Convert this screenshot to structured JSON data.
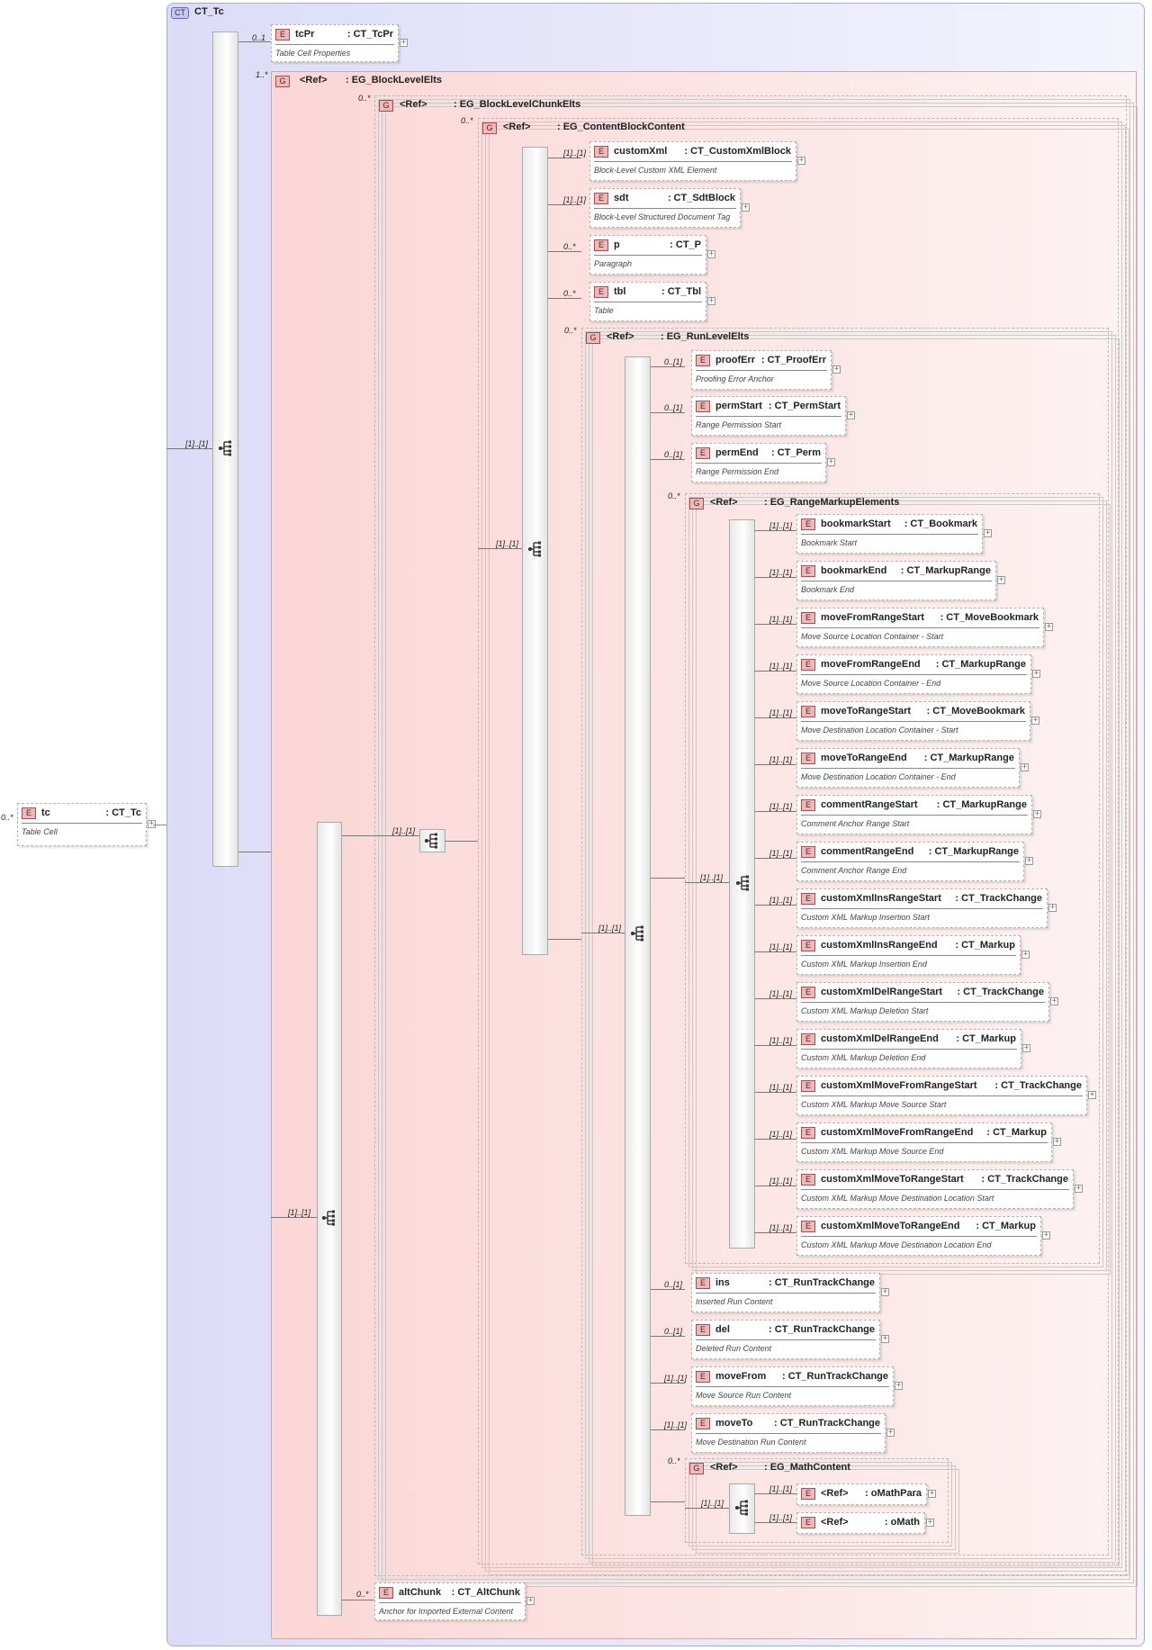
{
  "root": {
    "name": "tc",
    "type": ": CT_Tc",
    "doc": "Table Cell",
    "mult": "0..*",
    "complex_type": "CT_Tc",
    "seq_mult": "[1]..[1]",
    "tcPr": {
      "name": "tcPr",
      "type": ": CT_TcPr",
      "doc": "Table Cell Properties",
      "mult": "0..1"
    },
    "block_level_elts": {
      "mult": "1..*",
      "ref": "<Ref>",
      "name": ": EG_BlockLevelElts",
      "choice_mult": "[1]..[1]",
      "chunk_elts": {
        "mult": "0..*",
        "ref": "<Ref>",
        "name": ": EG_BlockLevelChunkElts",
        "choice_mult": "[1]..[1]",
        "content_block": {
          "mult": "0..*",
          "ref": "<Ref>",
          "name": ": EG_ContentBlockContent",
          "choice_mult": "[1]..[1]",
          "elements": [
            {
              "mult": "[1]..[1]",
              "name": "customXml",
              "type": ": CT_CustomXmlBlock",
              "doc": "Block-Level Custom XML Element"
            },
            {
              "mult": "[1]..[1]",
              "name": "sdt",
              "type": ": CT_SdtBlock",
              "doc": "Block-Level Structured Document Tag"
            },
            {
              "mult": "0..*",
              "name": "p",
              "type": ": CT_P",
              "doc": "Paragraph"
            },
            {
              "mult": "0..*",
              "name": "tbl",
              "type": ": CT_Tbl",
              "doc": "Table"
            }
          ],
          "run_level": {
            "mult": "0..*",
            "ref": "<Ref>",
            "name": ": EG_RunLevelElts",
            "choice_mult": "[1]..[1]",
            "elements_top": [
              {
                "mult": "0..[1]",
                "name": "proofErr",
                "type": ": CT_ProofErr",
                "doc": "Proofing Error Anchor"
              },
              {
                "mult": "0..[1]",
                "name": "permStart",
                "type": ": CT_PermStart",
                "doc": "Range Permission Start"
              },
              {
                "mult": "0..[1]",
                "name": "permEnd",
                "type": ": CT_Perm",
                "doc": "Range Permission End"
              }
            ],
            "range_markup": {
              "mult": "0..*",
              "ref": "<Ref>",
              "name": ": EG_RangeMarkupElements",
              "choice_mult": "[1]..[1]",
              "elements": [
                {
                  "mult": "[1]..[1]",
                  "name": "bookmarkStart",
                  "type": ": CT_Bookmark",
                  "doc": "Bookmark Start"
                },
                {
                  "mult": "[1]..[1]",
                  "name": "bookmarkEnd",
                  "type": ": CT_MarkupRange",
                  "doc": "Bookmark End"
                },
                {
                  "mult": "[1]..[1]",
                  "name": "moveFromRangeStart",
                  "type": ": CT_MoveBookmark",
                  "doc": "Move Source Location Container - Start"
                },
                {
                  "mult": "[1]..[1]",
                  "name": "moveFromRangeEnd",
                  "type": ": CT_MarkupRange",
                  "doc": "Move Source Location Container - End"
                },
                {
                  "mult": "[1]..[1]",
                  "name": "moveToRangeStart",
                  "type": ": CT_MoveBookmark",
                  "doc": "Move Destination Location Container - Start"
                },
                {
                  "mult": "[1]..[1]",
                  "name": "moveToRangeEnd",
                  "type": ": CT_MarkupRange",
                  "doc": "Move Destination Location Container - End"
                },
                {
                  "mult": "[1]..[1]",
                  "name": "commentRangeStart",
                  "type": ": CT_MarkupRange",
                  "doc": "Comment Anchor Range Start"
                },
                {
                  "mult": "[1]..[1]",
                  "name": "commentRangeEnd",
                  "type": ": CT_MarkupRange",
                  "doc": "Comment Anchor Range End"
                },
                {
                  "mult": "[1]..[1]",
                  "name": "customXmlInsRangeStart",
                  "type": ": CT_TrackChange",
                  "doc": "Custom XML Markup Insertion Start"
                },
                {
                  "mult": "[1]..[1]",
                  "name": "customXmlInsRangeEnd",
                  "type": ": CT_Markup",
                  "doc": "Custom XML Markup Insertion End"
                },
                {
                  "mult": "[1]..[1]",
                  "name": "customXmlDelRangeStart",
                  "type": ": CT_TrackChange",
                  "doc": "Custom XML Markup Deletion Start"
                },
                {
                  "mult": "[1]..[1]",
                  "name": "customXmlDelRangeEnd",
                  "type": ": CT_Markup",
                  "doc": "Custom XML Markup Deletion End"
                },
                {
                  "mult": "[1]..[1]",
                  "name": "customXmlMoveFromRangeStart",
                  "type": ": CT_TrackChange",
                  "doc": "Custom XML Markup Move Source Start"
                },
                {
                  "mult": "[1]..[1]",
                  "name": "customXmlMoveFromRangeEnd",
                  "type": ": CT_Markup",
                  "doc": "Custom XML Markup Move Source End"
                },
                {
                  "mult": "[1]..[1]",
                  "name": "customXmlMoveToRangeStart",
                  "type": ": CT_TrackChange",
                  "doc": "Custom XML Markup Move Destination Location Start"
                },
                {
                  "mult": "[1]..[1]",
                  "name": "customXmlMoveToRangeEnd",
                  "type": ": CT_Markup",
                  "doc": "Custom XML Markup Move Destination Location End"
                }
              ]
            },
            "elements_bottom": [
              {
                "mult": "0..[1]",
                "name": "ins",
                "type": ": CT_RunTrackChange",
                "doc": "Inserted Run Content"
              },
              {
                "mult": "0..[1]",
                "name": "del",
                "type": ": CT_RunTrackChange",
                "doc": "Deleted Run Content"
              },
              {
                "mult": "[1]..[1]",
                "name": "moveFrom",
                "type": ": CT_RunTrackChange",
                "doc": "Move Source Run Content"
              },
              {
                "mult": "[1]..[1]",
                "name": "moveTo",
                "type": ": CT_RunTrackChange",
                "doc": "Move Destination Run Content"
              }
            ],
            "math": {
              "mult": "0..*",
              "ref": "<Ref>",
              "name": ": EG_MathContent",
              "choice_mult": "[1]..[1]",
              "elements": [
                {
                  "mult": "[1]..[1]",
                  "name": "<Ref>",
                  "type": ": oMathPara"
                },
                {
                  "mult": "[1]..[1]",
                  "name": "<Ref>",
                  "type": ": oMath"
                }
              ]
            }
          }
        }
      }
    },
    "altChunk": {
      "mult": "0..*",
      "name": "altChunk",
      "type": ": CT_AltChunk",
      "doc": "Anchor for Imported External Content"
    }
  },
  "badges": {
    "element": "E",
    "group": "G",
    "complex": "CT",
    "expand": "+",
    "collapse": "−"
  },
  "colors": {
    "complex_type_bg": "#dedef8",
    "group_bg": "#fbdada",
    "element_badge": "#f4b6b6",
    "line": "#666666"
  }
}
